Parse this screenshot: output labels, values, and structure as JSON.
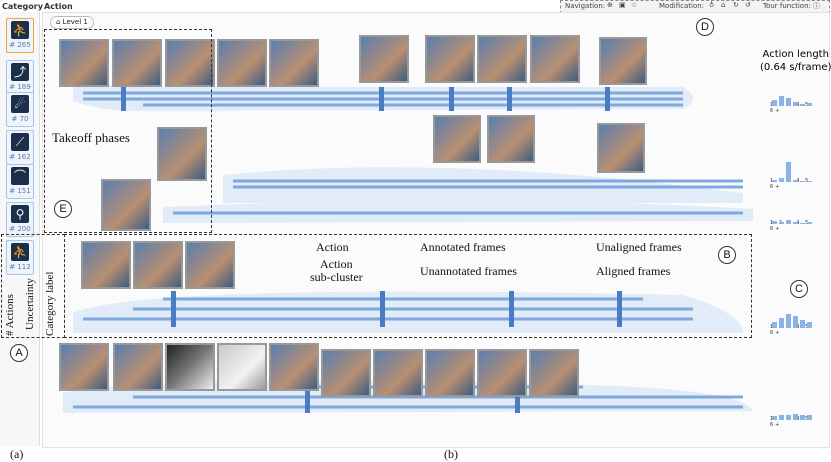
{
  "left": {
    "title": "Category",
    "categories": [
      {
        "count": "# 265",
        "icon": "runner-icon",
        "glyph": "⛹"
      },
      {
        "count": "# 189",
        "icon": "jumper-icon",
        "glyph": "⤴"
      },
      {
        "count": "# 70",
        "icon": "thrower-icon",
        "glyph": "☄"
      },
      {
        "count": "# 162",
        "icon": "hurdle-icon",
        "glyph": "⟋"
      },
      {
        "count": "# 151",
        "icon": "vault-icon",
        "glyph": "⌒"
      },
      {
        "count": "# 200",
        "icon": "hammer-icon",
        "glyph": "⚲"
      },
      {
        "count": "# 112",
        "icon": "sprinter-icon",
        "glyph": "⛹"
      }
    ]
  },
  "main": {
    "title": "Action",
    "breadcrumb": "Level 1"
  },
  "toolbar": {
    "navigation_label": "Navigation:",
    "modification_label": "Modification:",
    "tour_label": "Tour function:"
  },
  "annotations": {
    "takeoff": "Takeoff phases",
    "action": "Action",
    "subcluster": "Action\nsub-cluster",
    "annotated": "Annotated frames",
    "unannotated": "Unannotated frames",
    "unaligned": "Unaligned frames",
    "aligned": "Aligned frames",
    "num_actions": "# Actions",
    "uncertainty": "Uncertainty",
    "category_label": "Category label",
    "action_length_title": "Action length\n(0.64 s/frame)"
  },
  "badges": {
    "a": "A",
    "b": "B",
    "c": "C",
    "d": "D",
    "e": "E"
  },
  "captions": {
    "a": "(a)",
    "b": "(b)"
  },
  "colors": {
    "track": "#7fa9de",
    "band": "#e1ecf8",
    "selected": "#f3a13c",
    "node": "#4a7cc4"
  },
  "histograms": [
    {
      "labels": "1 2 3 4 5 6+",
      "values": [
        0.3,
        0.5,
        0.4,
        0.2,
        0.1,
        0.15
      ]
    },
    {
      "labels": "1 2 3 4 5 6+",
      "values": [
        0.1,
        0.2,
        1.0,
        0.1,
        0.05,
        0.05
      ]
    },
    {
      "labels": "1 2 3 4 5 6+",
      "values": [
        0.15,
        0.1,
        0.2,
        0.1,
        0.05,
        0.1
      ]
    },
    {
      "labels": "1 2 3 4 5 6+",
      "values": [
        0.3,
        0.5,
        0.7,
        0.6,
        0.4,
        0.3
      ]
    },
    {
      "labels": "1 2 3 4 5 6+",
      "values": [
        0.2,
        0.25,
        0.25,
        0.3,
        0.25,
        0.25
      ]
    }
  ]
}
